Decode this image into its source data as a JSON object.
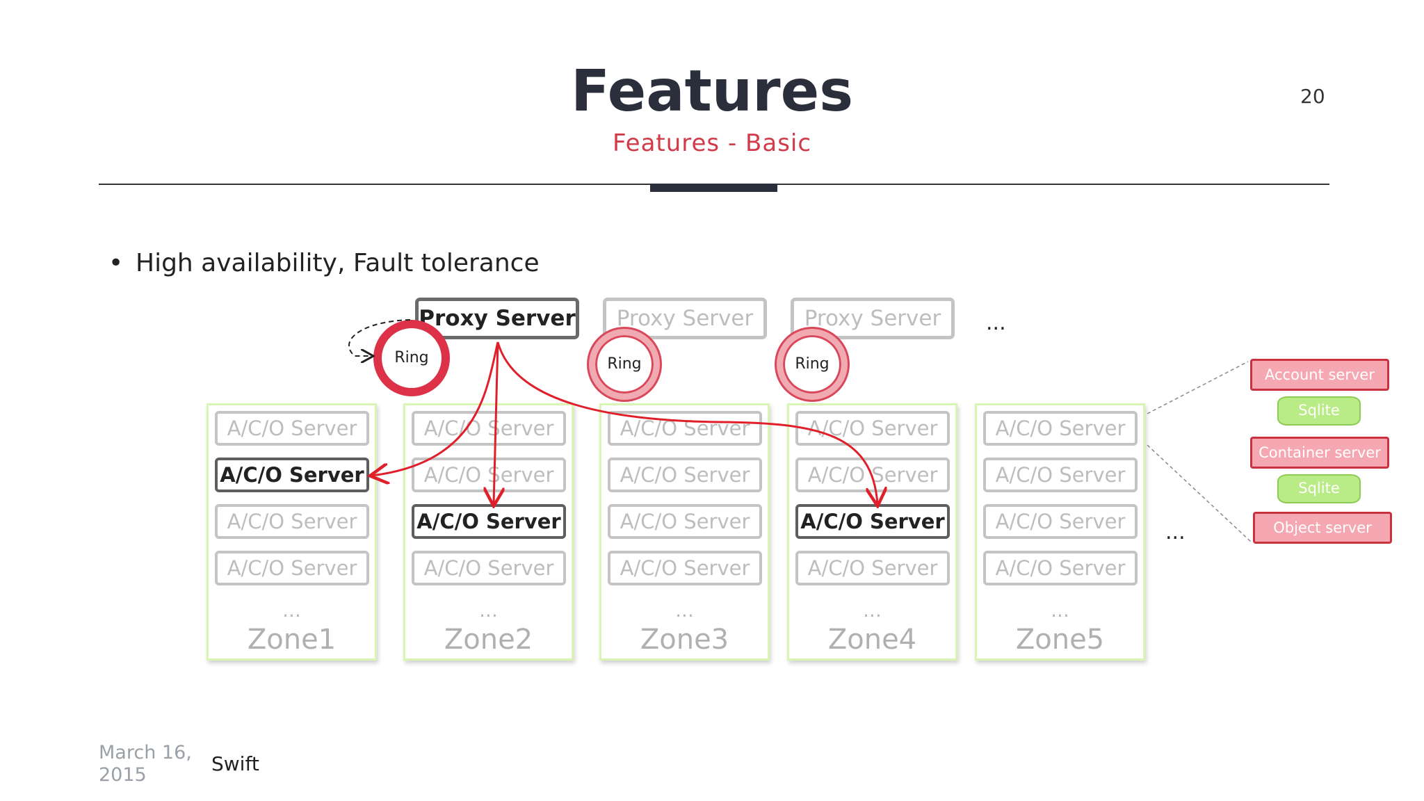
{
  "header": {
    "title": "Features",
    "subtitle": "Features - Basic",
    "page_number": "20"
  },
  "bullet": {
    "symbol": "•",
    "text": "High availability, Fault tolerance"
  },
  "proxies": [
    {
      "label": "Proxy Server",
      "active": true
    },
    {
      "label": "Proxy Server",
      "active": false
    },
    {
      "label": "Proxy Server",
      "active": false
    }
  ],
  "proxies_more": "...",
  "ring_label": "Ring",
  "zones": [
    {
      "label": "Zone1",
      "servers": [
        "A/C/O Server",
        "A/C/O Server",
        "A/C/O Server",
        "A/C/O Server"
      ],
      "active_index": 1,
      "more": "..."
    },
    {
      "label": "Zone2",
      "servers": [
        "A/C/O Server",
        "A/C/O Server",
        "A/C/O Server",
        "A/C/O Server"
      ],
      "active_index": 2,
      "more": "..."
    },
    {
      "label": "Zone3",
      "servers": [
        "A/C/O Server",
        "A/C/O Server",
        "A/C/O Server",
        "A/C/O Server"
      ],
      "active_index": -1,
      "more": "..."
    },
    {
      "label": "Zone4",
      "servers": [
        "A/C/O Server",
        "A/C/O Server",
        "A/C/O Server",
        "A/C/O Server"
      ],
      "active_index": 2,
      "more": "..."
    },
    {
      "label": "Zone5",
      "servers": [
        "A/C/O Server",
        "A/C/O Server",
        "A/C/O Server",
        "A/C/O Server"
      ],
      "active_index": -1,
      "more": "..."
    }
  ],
  "zones_more": "...",
  "detail_panel": {
    "account": "Account server",
    "sqlite_1": "Sqlite",
    "container": "Container server",
    "sqlite_2": "Sqlite",
    "object": "Object server"
  },
  "footer": {
    "date_line1": "March 16,",
    "date_line2": "2015",
    "title": "Swift"
  },
  "colors": {
    "accent_red": "#dc3146",
    "subtitle_red": "#d23a4a",
    "zone_border": "#d9f5b4",
    "sqlite_green": "#b9eb86"
  }
}
